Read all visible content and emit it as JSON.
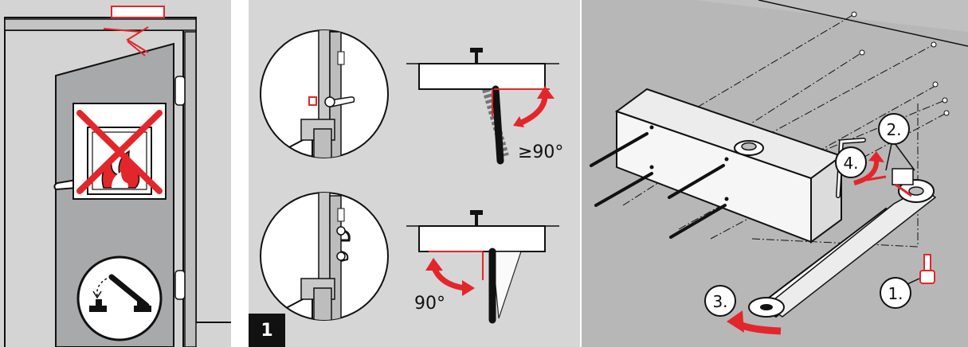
{
  "step": {
    "number": "1"
  },
  "angles": {
    "open_min": "≥90°",
    "open": "90°"
  },
  "callouts": {
    "c1": "1.",
    "c2": "2.",
    "c3": "3.",
    "c4": "4."
  },
  "colors": {
    "accent": "#e3262b",
    "panel_gray": "#d6d6d6",
    "ink": "#111111",
    "door_gray": "#a7a9ab"
  },
  "icons": [
    "door-closer-icon",
    "no-fire-icon",
    "hold-open-icon",
    "pivot-arrow-icon",
    "hinge-icon"
  ]
}
